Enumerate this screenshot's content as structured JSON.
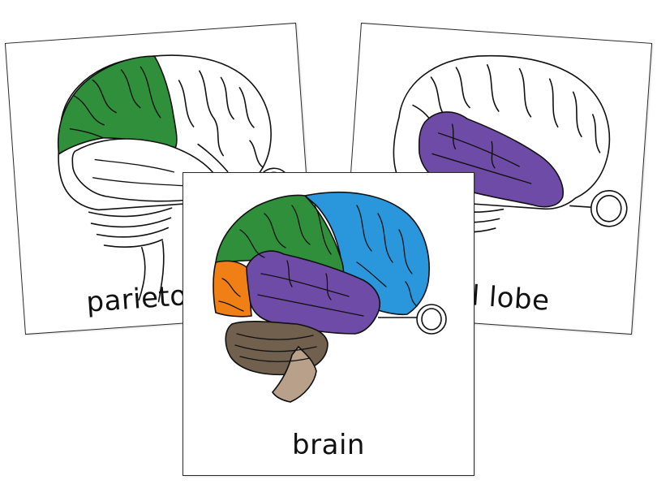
{
  "cards": [
    {
      "id": "parietal",
      "label": "parieto",
      "highlight_color": "#2f8f3b"
    },
    {
      "id": "temporal",
      "label": "ral lobe",
      "highlight_color": "#6f4ba8"
    },
    {
      "id": "brain",
      "label": "brain"
    }
  ],
  "colors": {
    "frontal": "#2a97dd",
    "parietal": "#2f8f3b",
    "occipital": "#f07f16",
    "temporal": "#6f4ba8",
    "cerebellum": "#72604f",
    "brainstem": "#b8a08a",
    "outline": "#111111"
  }
}
